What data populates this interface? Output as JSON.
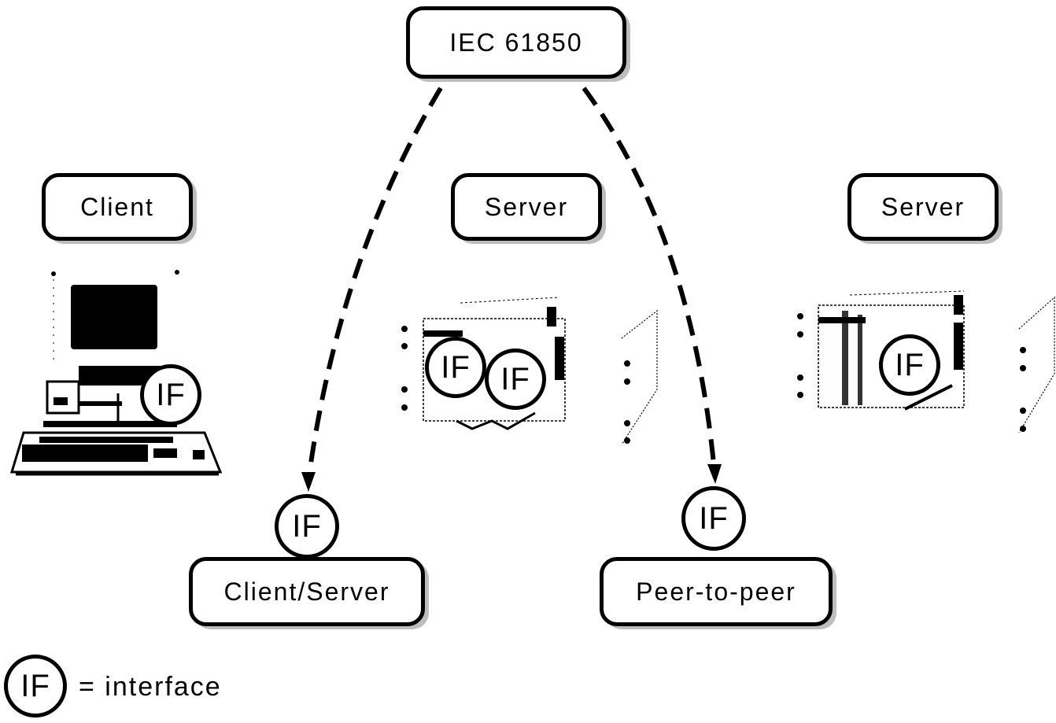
{
  "title_node": {
    "label": "IEC 61850"
  },
  "roles": {
    "client": {
      "label": "Client"
    },
    "server_1": {
      "label": "Server"
    },
    "server_2": {
      "label": "Server"
    }
  },
  "interface_label": "IF",
  "modes": {
    "client_server": {
      "label": "Client/Server"
    },
    "peer_to_peer": {
      "label": "Peer-to-peer"
    }
  },
  "legend": {
    "symbol": "IF",
    "text": "= interface"
  },
  "edges": [
    {
      "from": "IEC 61850",
      "to": "Client/Server",
      "style": "dashed-arrow"
    },
    {
      "from": "IEC 61850",
      "to": "Peer-to-peer",
      "style": "dashed-arrow"
    }
  ]
}
